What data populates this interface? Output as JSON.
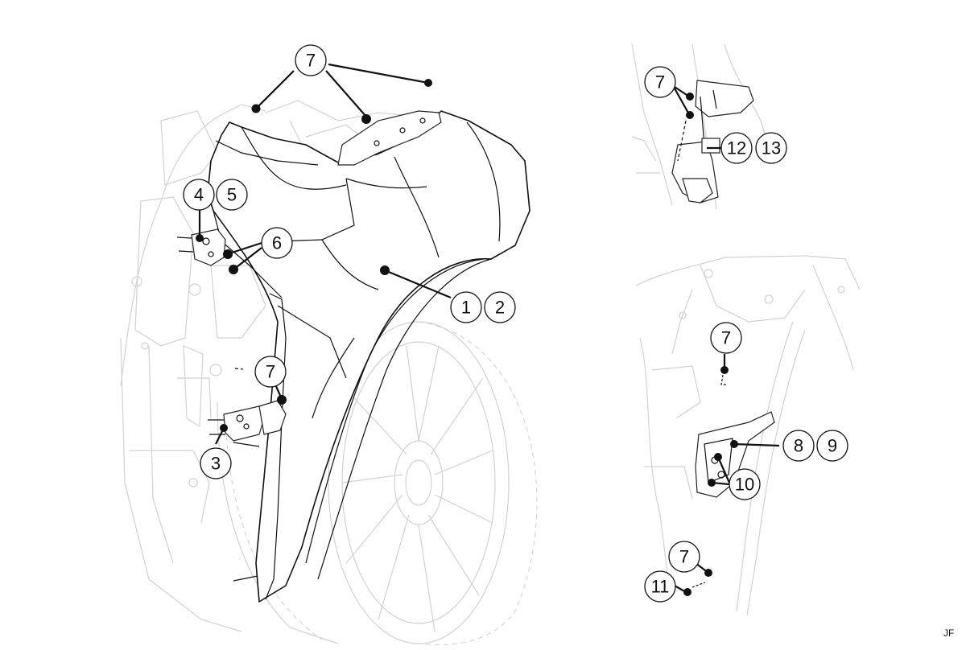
{
  "callouts": {
    "main_top_7": "7",
    "main_4": "4",
    "main_5": "5",
    "main_6": "6",
    "main_1": "1",
    "main_2": "2",
    "main_mid_7": "7",
    "main_3": "3",
    "inset_top_7": "7",
    "inset_top_12": "12",
    "inset_top_13": "13",
    "inset_bottom_7_upper": "7",
    "inset_bottom_8": "8",
    "inset_bottom_9": "9",
    "inset_bottom_10": "10",
    "inset_bottom_7_lower": "7",
    "inset_bottom_11": "11"
  },
  "signature": "JF",
  "colors": {
    "line": "#111111",
    "ghost_line": "#d2d2d2",
    "background": "#ffffff"
  }
}
